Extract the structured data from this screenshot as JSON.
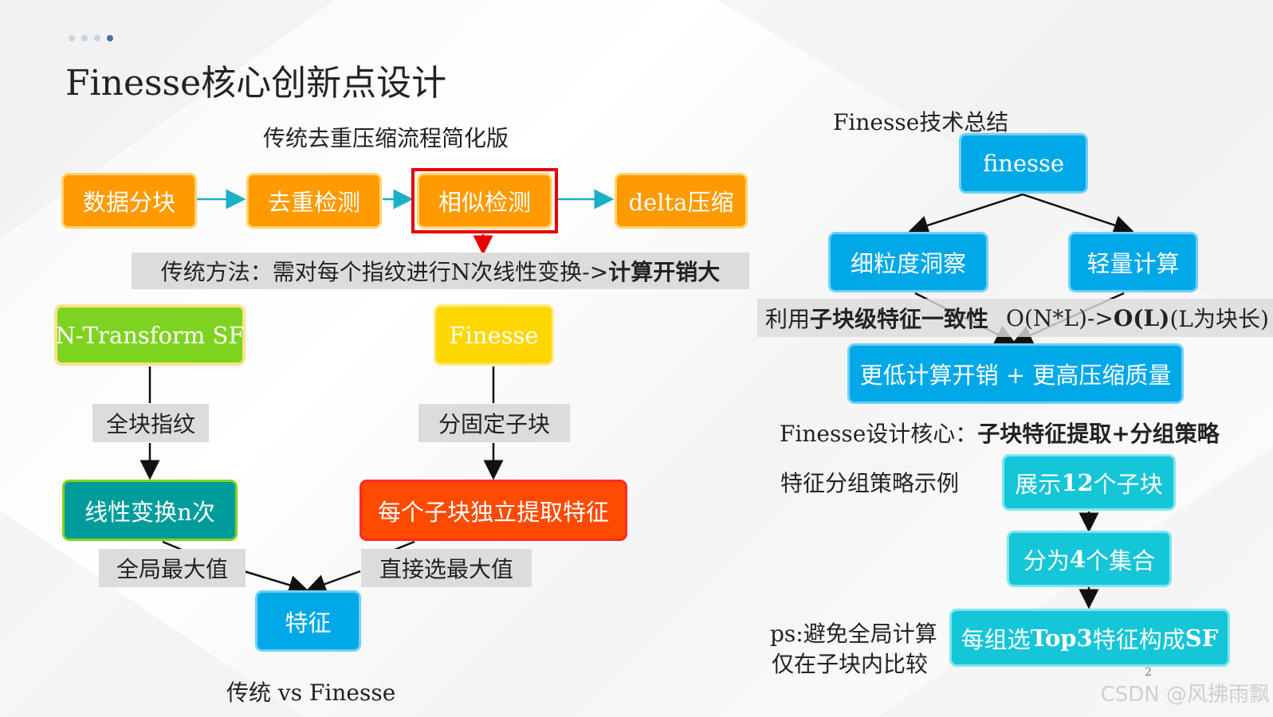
{
  "title": "Finesse核心创新点设计",
  "left": {
    "flow_caption": "传统去重压缩流程简化版",
    "flow": [
      "数据分块",
      "去重检测",
      "相似检测",
      "delta压缩"
    ],
    "traditional_note": {
      "a": "传统方法：需对每个指纹进行N次线性变换->",
      "b": "计算开销大"
    },
    "ntransform": {
      "head": "N-Transform SF",
      "step1": "全块指纹",
      "node2": "线性变换n次",
      "step2": "全局最大值"
    },
    "finesse": {
      "head": "Finesse",
      "step1": "分固定子块",
      "node2": "每个子块独立提取特征",
      "step2": "直接选最大值"
    },
    "feature": "特征",
    "bottom_caption": "传统 vs Finesse"
  },
  "right": {
    "caption": "Finesse技术总结",
    "root": "finesse",
    "branch_left": "细粒度洞察",
    "branch_right": "轻量计算",
    "note": {
      "a": "利用",
      "b": "子块级特征一致性",
      "c": "O(N*L)->",
      "d": "O(L)",
      "e": "(L为块长)"
    },
    "result": "更低计算开销 + 更高压缩质量",
    "core": {
      "a": "Finesse设计核心：",
      "b": "子块特征提取+分组策略"
    },
    "example_label": "特征分组策略示例",
    "steps": [
      {
        "a": "展示",
        "b": "12",
        "c": "个子块"
      },
      {
        "a": "分为",
        "b": "4",
        "c": "个集合"
      },
      {
        "a": "每组选",
        "b": "Top3",
        "c": "特征构成",
        "d": "SF"
      }
    ],
    "ps_line1": "ps:避免全局计算",
    "ps_line2": "仅在子块内比较"
  },
  "page_number": "2",
  "watermark": "CSDN @风拂雨飘",
  "colors": {
    "orange": "#ff9a00",
    "blue": "#00a8e8",
    "cyan": "#14c6d7",
    "green": "#7ed321",
    "yellow": "#ffd700",
    "teal": "#009c9c",
    "red_orange": "#ff4a00",
    "highlight": "#e60000",
    "arrow_cyan": "#1ab0c8"
  }
}
